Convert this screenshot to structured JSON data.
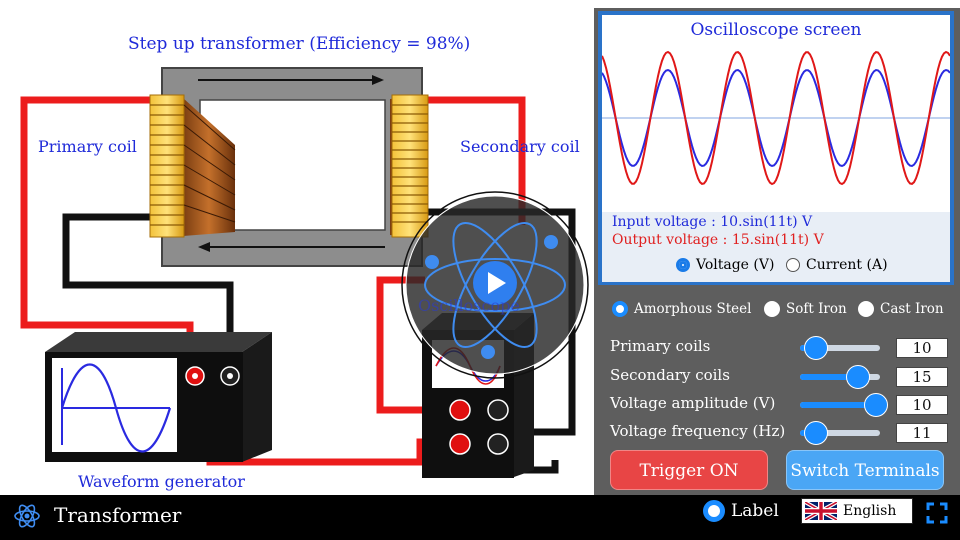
{
  "title": "Step up transformer (Efficiency = 98%)",
  "labels": {
    "primary": "Primary coil",
    "secondary": "Secondary coil",
    "generator": "Waveform generator",
    "oscilloscope": "Oscilloscope"
  },
  "oscilloscope": {
    "title": "Oscilloscope screen",
    "input_text": "Input voltage : 10.sin(11t) V",
    "output_text": "Output voltage : 15.sin(11t) V",
    "modes": [
      {
        "label": "Voltage (V)",
        "selected": true
      },
      {
        "label": "Current (A)",
        "selected": false
      }
    ],
    "colors": {
      "input": "#2a2ae0",
      "output": "#e01818",
      "border": "#2a73c9"
    }
  },
  "materials": [
    {
      "label": "Amorphous Steel",
      "selected": true
    },
    {
      "label": "Soft Iron",
      "selected": false
    },
    {
      "label": "Cast Iron",
      "selected": false
    }
  ],
  "controls": [
    {
      "label": "Primary coils",
      "value": "10",
      "fraction": 0.2
    },
    {
      "label": "Secondary coils",
      "value": "15",
      "fraction": 0.72
    },
    {
      "label": "Voltage amplitude (V)",
      "value": "10",
      "fraction": 0.95
    },
    {
      "label": "Voltage frequency (Hz)",
      "value": "11",
      "fraction": 0.2
    }
  ],
  "buttons": {
    "trigger": "Trigger ON",
    "switch": "Switch Terminals",
    "trigger_color": "#e84545",
    "switch_color": "#4aa6f5"
  },
  "footer": {
    "app_title": "Transformer",
    "label_toggle": "Label",
    "language": "English"
  }
}
